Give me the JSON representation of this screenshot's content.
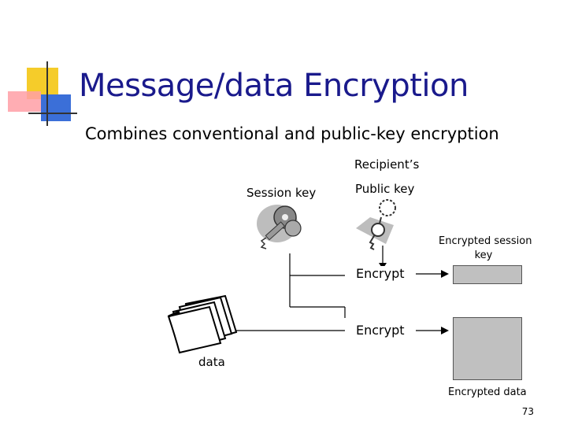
{
  "title": "Message/data Encryption",
  "subtitle": "Combines conventional and public-key encryption",
  "labels": {
    "recipients": "Recipient’s",
    "public_key": "Public key",
    "session_key": "Session key",
    "encrypt_top": "Encrypt",
    "encrypt_bottom": "Encrypt",
    "encrypted_session_key_line1": "Encrypted session",
    "encrypted_session_key_line2": "key",
    "data": "data",
    "encrypted_data": "Encrypted data"
  },
  "page_number": "73",
  "icons": [
    "session-key-icon",
    "public-key-icon",
    "document-stack-icon",
    "logo-squares-icon"
  ],
  "colors": {
    "title": "#1a1a8c",
    "logo_yellow": "#f5cc2a",
    "logo_red": "#e8454a",
    "logo_blue": "#3b6fd8",
    "box_fill": "#c0c0c0"
  }
}
